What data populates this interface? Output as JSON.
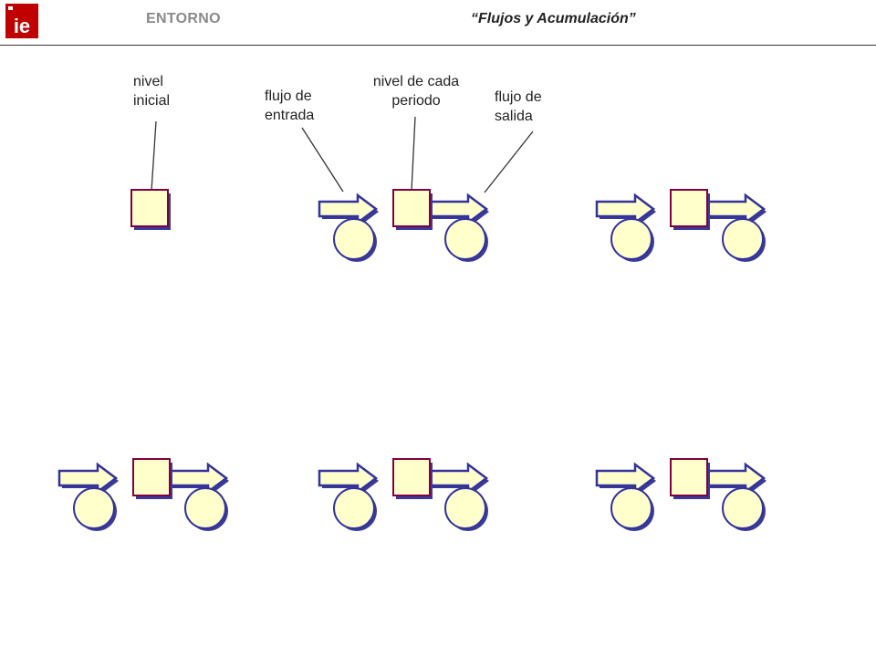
{
  "header": {
    "section": "ENTORNO",
    "title": "“Flujos y Acumulación”"
  },
  "logo": {
    "text": "ie"
  },
  "labels": {
    "initial_level": "nivel\ninicial",
    "inflow": "flujo de\nentrada",
    "period_level": "nivel de cada\nperiodo",
    "outflow": "flujo de\nsalida"
  },
  "colors": {
    "shape_fill": "#ffffcc",
    "arrow_stroke": "#33339a",
    "box_stroke": "#800040",
    "shadow": "#3a3a9a",
    "header_gray": "#8a8a8a",
    "logo_red": "#c00000"
  }
}
